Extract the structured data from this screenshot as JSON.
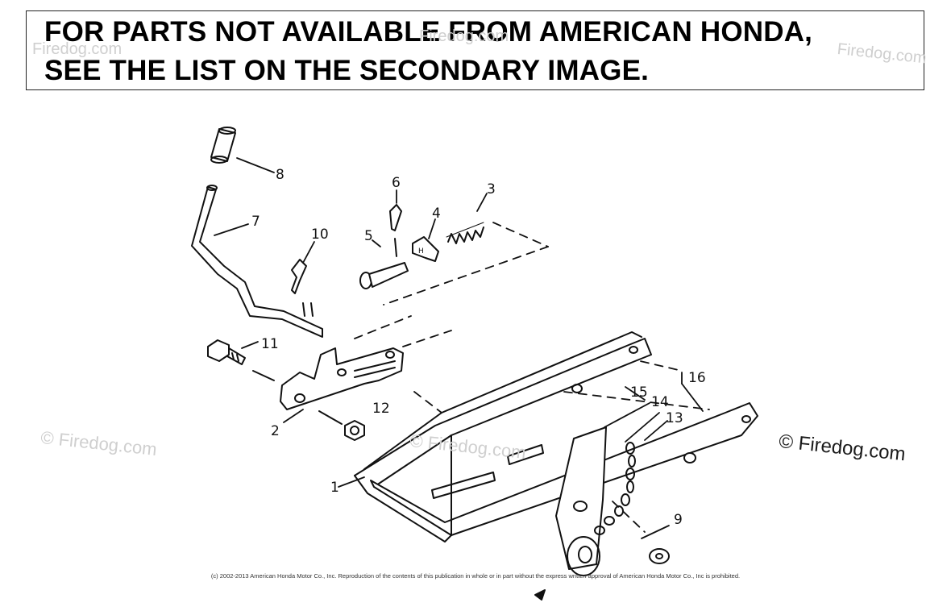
{
  "banner": {
    "line1": "FOR PARTS NOT AVAILABLE FROM AMERICAN HONDA,",
    "line2": "SEE THE LIST ON THE SECONDARY IMAGE."
  },
  "callouts": [
    "1",
    "2",
    "3",
    "4",
    "5",
    "6",
    "7",
    "8",
    "9",
    "10",
    "11",
    "12",
    "13",
    "14",
    "15",
    "16"
  ],
  "watermark": {
    "main": "© Firedog.com",
    "faint": "© Firedog.com",
    "faint_top": "Firedog.com"
  },
  "copyright": "(c) 2002-2013 American Honda Motor Co., Inc. Reproduction of the contents of this publication in whole or in part without the express written approval of American Honda Motor Co., Inc is prohibited."
}
